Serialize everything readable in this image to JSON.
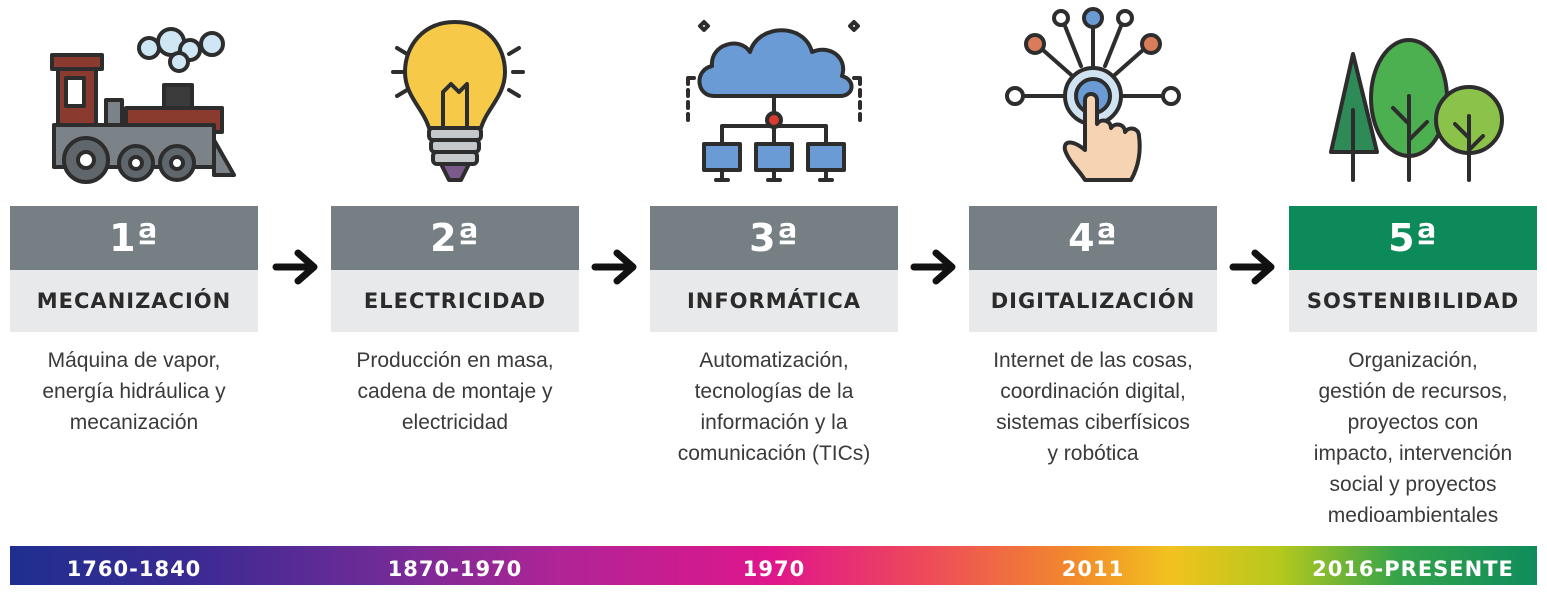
{
  "stages": [
    {
      "ordinal": "1ª",
      "name": "MECANIZACIÓN",
      "description": [
        "Máquina de vapor,",
        "energía hidráulica y",
        "mecanización"
      ],
      "period": "1760-1840",
      "icon": "steam-locomotive-icon"
    },
    {
      "ordinal": "2ª",
      "name": "ELECTRICIDAD",
      "description": [
        "Producción en masa,",
        "cadena de montaje y",
        "electricidad"
      ],
      "period": "1870-1970",
      "icon": "light-bulb-icon"
    },
    {
      "ordinal": "3ª",
      "name": "INFORMÁTICA",
      "description": [
        "Automatización,",
        "tecnologías de la",
        "información y la",
        "comunicación (TICs)"
      ],
      "period": "1970",
      "icon": "cloud-network-icon"
    },
    {
      "ordinal": "4ª",
      "name": "DIGITALIZACIÓN",
      "description": [
        "Internet de las cosas,",
        "coordinación digital,",
        "sistemas ciberfísicos",
        "y robótica"
      ],
      "period": "2011",
      "icon": "touch-network-icon"
    },
    {
      "ordinal": "5ª",
      "name": "SOSTENIBILIDAD",
      "description": [
        "Organización,",
        "gestión de recursos,",
        "proyectos con",
        "impacto, intervención",
        "social y proyectos",
        "medioambientales"
      ],
      "period": "2016-PRESENTE",
      "icon": "trees-icon"
    }
  ],
  "colors": {
    "ordinal_bg": "#757f84",
    "ordinal_bg_highlight": "#0c8a5a",
    "name_bg": "#e8e9ea",
    "arrow": "#111111"
  }
}
